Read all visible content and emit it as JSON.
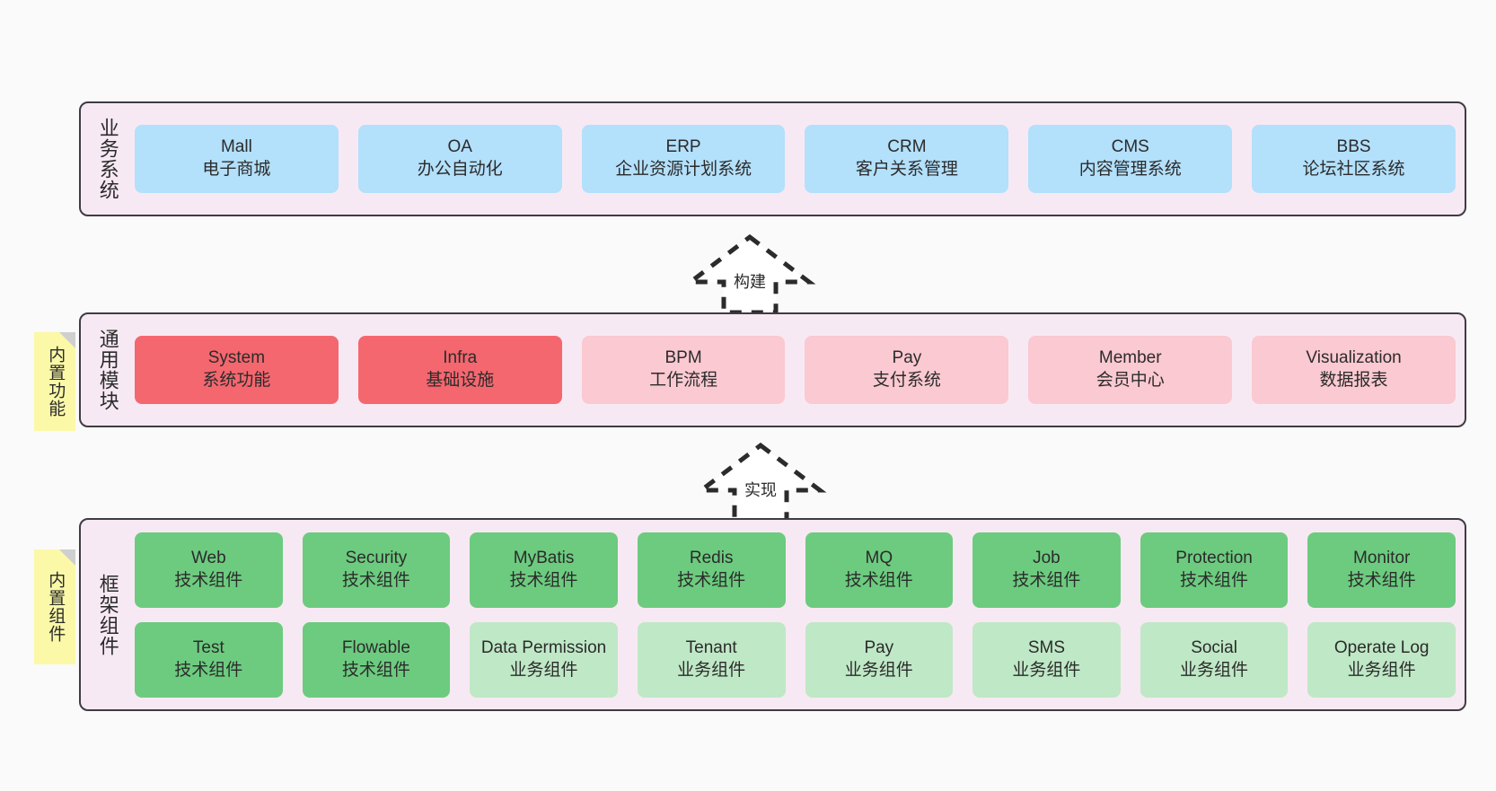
{
  "diagram": {
    "title": "ruoyi-vue-pro architecture layers",
    "background": "#fafafa",
    "container_fill": "#f7e9f3",
    "container_border": "#3f3b43"
  },
  "notes": [
    {
      "name": "builtin-function",
      "text": "内置功能",
      "color": "#fbf8a8"
    },
    {
      "name": "builtin-component",
      "text": "内置组件",
      "color": "#fbf8a8"
    }
  ],
  "arrows": [
    {
      "name": "build-arrow",
      "label": "构建",
      "style": "dashed-hollow-up"
    },
    {
      "name": "implement-arrow",
      "label": "实现",
      "style": "dashed-hollow-up"
    }
  ],
  "layers": [
    {
      "id": "business",
      "title": "业务系统",
      "rows": [
        {
          "cells": [
            {
              "en": "Mall",
              "cn": "电子商城",
              "color": "#b3e0fb"
            },
            {
              "en": "OA",
              "cn": "办公自动化",
              "color": "#b3e0fb"
            },
            {
              "en": "ERP",
              "cn": "企业资源计划系统",
              "color": "#b3e0fb"
            },
            {
              "en": "CRM",
              "cn": "客户关系管理",
              "color": "#b3e0fb"
            },
            {
              "en": "CMS",
              "cn": "内容管理系统",
              "color": "#b3e0fb"
            },
            {
              "en": "BBS",
              "cn": "论坛社区系统",
              "color": "#b3e0fb"
            }
          ]
        }
      ]
    },
    {
      "id": "modules",
      "title": "通用模块",
      "rows": [
        {
          "cells": [
            {
              "en": "System",
              "cn": "系统功能",
              "color": "#f4676f"
            },
            {
              "en": "Infra",
              "cn": "基础设施",
              "color": "#f4676f"
            },
            {
              "en": "BPM",
              "cn": "工作流程",
              "color": "#fbc9d1"
            },
            {
              "en": "Pay",
              "cn": "支付系统",
              "color": "#fbc9d1"
            },
            {
              "en": "Member",
              "cn": "会员中心",
              "color": "#fbc9d1"
            },
            {
              "en": "Visualization",
              "cn": "数据报表",
              "color": "#fbc9d1"
            }
          ]
        }
      ]
    },
    {
      "id": "framework",
      "title": "框架组件",
      "rows": [
        {
          "cells": [
            {
              "en": "Web",
              "cn": "技术组件",
              "color": "#6ccb7f"
            },
            {
              "en": "Security",
              "cn": "技术组件",
              "color": "#6ccb7f"
            },
            {
              "en": "MyBatis",
              "cn": "技术组件",
              "color": "#6ccb7f"
            },
            {
              "en": "Redis",
              "cn": "技术组件",
              "color": "#6ccb7f"
            },
            {
              "en": "MQ",
              "cn": "技术组件",
              "color": "#6ccb7f"
            },
            {
              "en": "Job",
              "cn": "技术组件",
              "color": "#6ccb7f"
            },
            {
              "en": "Protection",
              "cn": "技术组件",
              "color": "#6ccb7f"
            },
            {
              "en": "Monitor",
              "cn": "技术组件",
              "color": "#6ccb7f"
            }
          ]
        },
        {
          "cells": [
            {
              "en": "Test",
              "cn": "技术组件",
              "color": "#6ccb7f"
            },
            {
              "en": "Flowable",
              "cn": "技术组件",
              "color": "#6ccb7f"
            },
            {
              "en": "Data Permission",
              "cn": "业务组件",
              "color": "#bfe8c6"
            },
            {
              "en": "Tenant",
              "cn": "业务组件",
              "color": "#bfe8c6"
            },
            {
              "en": "Pay",
              "cn": "业务组件",
              "color": "#bfe8c6"
            },
            {
              "en": "SMS",
              "cn": "业务组件",
              "color": "#bfe8c6"
            },
            {
              "en": "Social",
              "cn": "业务组件",
              "color": "#bfe8c6"
            },
            {
              "en": "Operate Log",
              "cn": "业务组件",
              "color": "#bfe8c6"
            }
          ]
        }
      ]
    }
  ]
}
